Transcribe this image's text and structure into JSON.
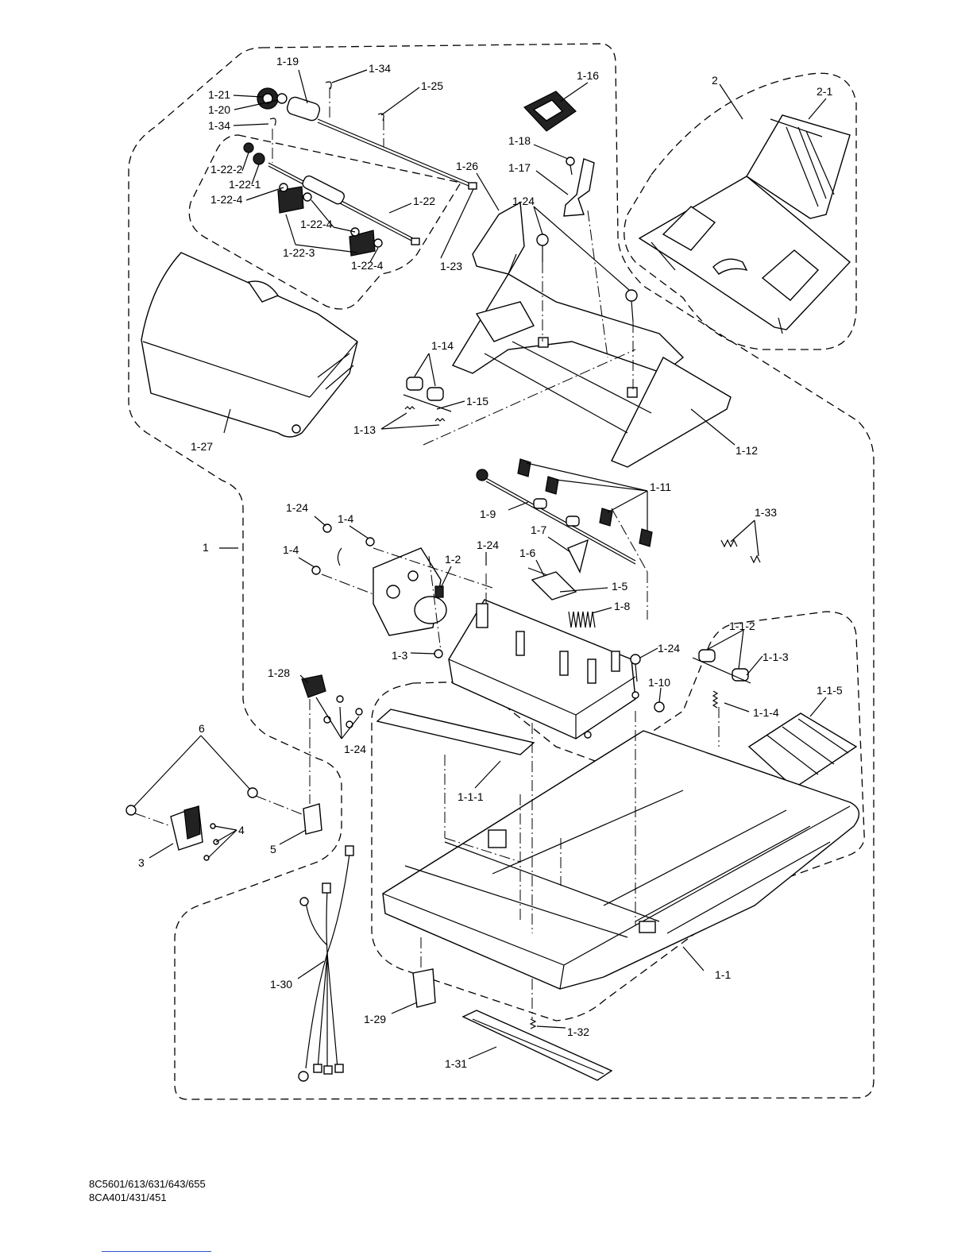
{
  "labels": [
    {
      "id": "1-19",
      "text": "1-19"
    },
    {
      "id": "1-34a",
      "text": "1-34"
    },
    {
      "id": "1-21",
      "text": "1-21"
    },
    {
      "id": "1-20",
      "text": "1-20"
    },
    {
      "id": "1-34b",
      "text": "1-34"
    },
    {
      "id": "1-25",
      "text": "1-25"
    },
    {
      "id": "1-16",
      "text": "1-16"
    },
    {
      "id": "2",
      "text": "2"
    },
    {
      "id": "2-1",
      "text": "2-1"
    },
    {
      "id": "1-18",
      "text": "1-18"
    },
    {
      "id": "1-17",
      "text": "1-17"
    },
    {
      "id": "1-26",
      "text": "1-26"
    },
    {
      "id": "1-22-2",
      "text": "1-22-2"
    },
    {
      "id": "1-22-1",
      "text": "1-22-1"
    },
    {
      "id": "1-22-4a",
      "text": "1-22-4"
    },
    {
      "id": "1-22",
      "text": "1-22"
    },
    {
      "id": "1-24a",
      "text": "1-24"
    },
    {
      "id": "1-22-4b",
      "text": "1-22-4"
    },
    {
      "id": "1-22-3",
      "text": "1-22-3"
    },
    {
      "id": "1-22-4c",
      "text": "1-22-4"
    },
    {
      "id": "1-23",
      "text": "1-23"
    },
    {
      "id": "1-14",
      "text": "1-14"
    },
    {
      "id": "1-15",
      "text": "1-15"
    },
    {
      "id": "1-13",
      "text": "1-13"
    },
    {
      "id": "1-27",
      "text": "1-27"
    },
    {
      "id": "1-12",
      "text": "1-12"
    },
    {
      "id": "1-11",
      "text": "1-11"
    },
    {
      "id": "1-9",
      "text": "1-9"
    },
    {
      "id": "1-33",
      "text": "1-33"
    },
    {
      "id": "1-24b",
      "text": "1-24"
    },
    {
      "id": "1-4a",
      "text": "1-4"
    },
    {
      "id": "1",
      "text": "1"
    },
    {
      "id": "1-4b",
      "text": "1-4"
    },
    {
      "id": "1-7",
      "text": "1-7"
    },
    {
      "id": "1-24c",
      "text": "1-24"
    },
    {
      "id": "1-6",
      "text": "1-6"
    },
    {
      "id": "1-2",
      "text": "1-2"
    },
    {
      "id": "1-5",
      "text": "1-5"
    },
    {
      "id": "1-8",
      "text": "1-8"
    },
    {
      "id": "1-3",
      "text": "1-3"
    },
    {
      "id": "1-1-2",
      "text": "1-1-2"
    },
    {
      "id": "1-1-3",
      "text": "1-1-3"
    },
    {
      "id": "1-24d",
      "text": "1-24"
    },
    {
      "id": "1-28",
      "text": "1-28"
    },
    {
      "id": "1-10",
      "text": "1-10"
    },
    {
      "id": "1-1-5",
      "text": "1-1-5"
    },
    {
      "id": "1-1-4",
      "text": "1-1-4"
    },
    {
      "id": "1-24e",
      "text": "1-24"
    },
    {
      "id": "6",
      "text": "6"
    },
    {
      "id": "1-1-1",
      "text": "1-1-1"
    },
    {
      "id": "4",
      "text": "4"
    },
    {
      "id": "3",
      "text": "3"
    },
    {
      "id": "5",
      "text": "5"
    },
    {
      "id": "1-30",
      "text": "1-30"
    },
    {
      "id": "1-1",
      "text": "1-1"
    },
    {
      "id": "1-29",
      "text": "1-29"
    },
    {
      "id": "1-32",
      "text": "1-32"
    },
    {
      "id": "1-31",
      "text": "1-31"
    }
  ],
  "footer": {
    "line1": "8C5601/613/631/643/655",
    "line2": "8CA401/431/451"
  }
}
